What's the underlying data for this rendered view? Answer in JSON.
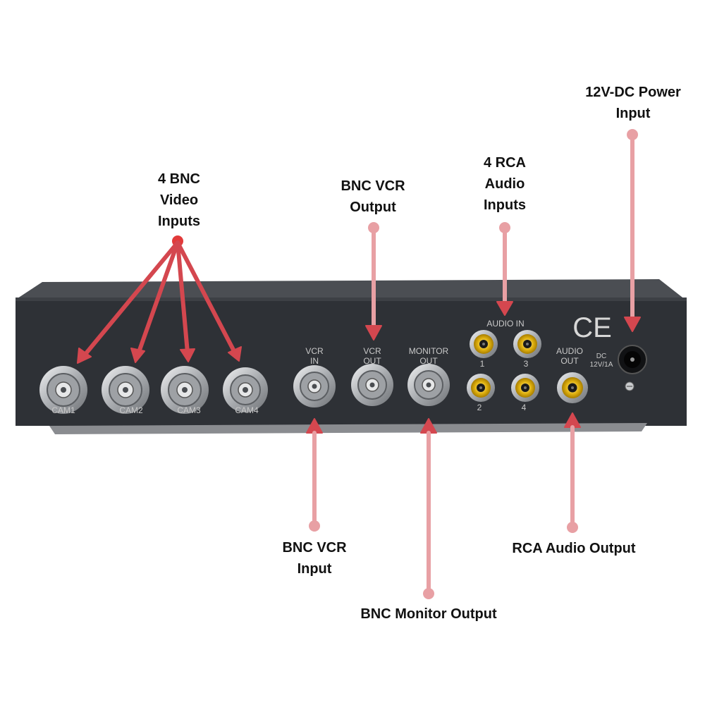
{
  "callouts": {
    "video_inputs": [
      "4 BNC",
      "Video",
      "Inputs"
    ],
    "vcr_output": [
      "BNC VCR",
      "Output"
    ],
    "audio_inputs": [
      "4 RCA",
      "Audio",
      "Inputs"
    ],
    "power_input": [
      "12V-DC Power",
      "Input"
    ],
    "vcr_input": [
      "BNC VCR",
      "Input"
    ],
    "monitor_output": [
      "BNC Monitor Output"
    ],
    "audio_output": [
      "RCA Audio Output"
    ]
  },
  "panel_labels": {
    "cam1": "CAM1",
    "cam2": "CAM2",
    "cam3": "CAM3",
    "cam4": "CAM4",
    "vcr_in": [
      "VCR",
      "IN"
    ],
    "vcr_out": [
      "VCR",
      "OUT"
    ],
    "monitor_out": [
      "MONITOR",
      "OUT"
    ],
    "audio_in": "AUDIO IN",
    "audio_ch1": "1",
    "audio_ch2": "2",
    "audio_ch3": "3",
    "audio_ch4": "4",
    "audio_out": [
      "AUDIO",
      "OUT"
    ],
    "dc": [
      "DC",
      "12V/1A"
    ],
    "ce_mark": "CE"
  },
  "colors": {
    "arrow": "#d4474f",
    "dot": "#e23a3a",
    "chassis": "#2e3136",
    "chassis_top": "#4a4d52",
    "rca_yellow": "#f2c418",
    "bnc_metal": "#c7c9cc"
  }
}
